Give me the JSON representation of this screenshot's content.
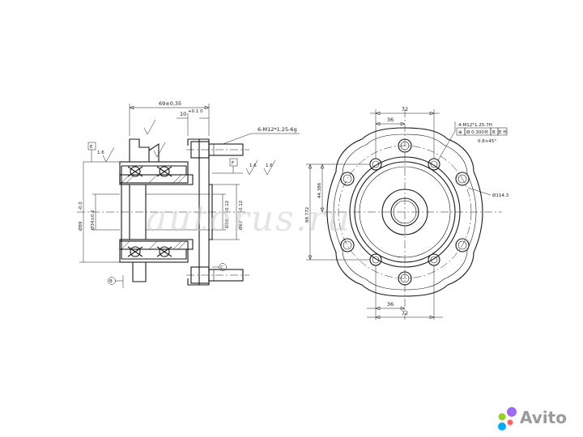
{
  "drawing": {
    "left_view": {
      "dim_overall_width": "69±0.35",
      "dim_flange": "10",
      "dim_flange_tol": "+0.1\n0",
      "dim_bolt_thread": "6-M12*1.25-6g",
      "roughness_1": "1.6",
      "roughness_2": "1.6",
      "roughness_3": "1.6",
      "datum_e": "E",
      "datum_f": "F",
      "datum_b": "B",
      "datum_c": "C",
      "dim_outer_dia": "Ø89",
      "dim_outer_dia_tol": "-0.0",
      "dim_inner_dia": "Ø34±0.2",
      "dim_pilot_dia": "Ø58",
      "dim_pilot_tol": "-0.12",
      "dim_flange_dia": "Ø67",
      "dim_flange_tol2": "-0.12"
    },
    "right_view": {
      "dim_top_72": "72",
      "dim_top_36": "36",
      "dim_bottom_36": "36",
      "dim_bottom_72": "72",
      "dim_vert_44": "44.386",
      "dim_vert_88": "88.772",
      "dim_pcd": "Ø114.3",
      "callout_holes": "4-M12*1.25-7H",
      "callout_tol_symbol": "⊕",
      "callout_tol_value": "Ø 0.300Ⓜ",
      "callout_datum_b": "B",
      "callout_datum_e": "E",
      "callout_datum_m": "Ⓜ",
      "callout_chamfer": "0.8×45°"
    }
  },
  "watermark": {
    "text": "autorus.ru"
  },
  "branding": {
    "text": "Avito",
    "dot_colors": [
      "#97cf26",
      "#a169f7",
      "#ff6163",
      "#0af"
    ]
  }
}
